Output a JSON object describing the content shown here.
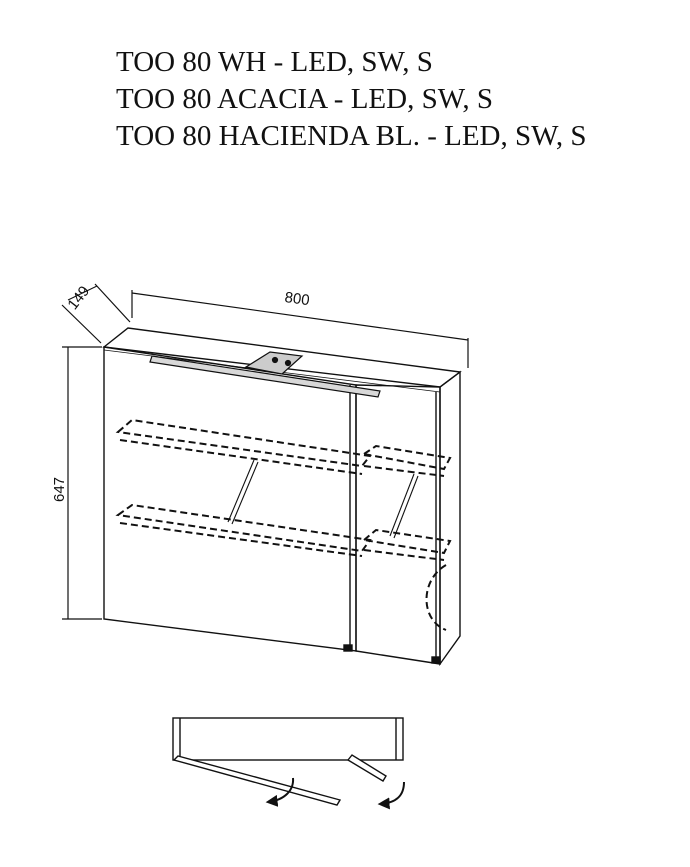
{
  "title": {
    "lines": [
      "TOO 80 WH - LED, SW, S",
      "TOO 80 ACACIA - LED, SW, S",
      "TOO 80 HACIENDA BL. - LED, SW, S"
    ]
  },
  "dimensions": {
    "width": "800",
    "depth": "149",
    "height": "647"
  },
  "colors": {
    "line": "#111111",
    "light_fill": "#d8d8d8",
    "background": "#ffffff"
  }
}
